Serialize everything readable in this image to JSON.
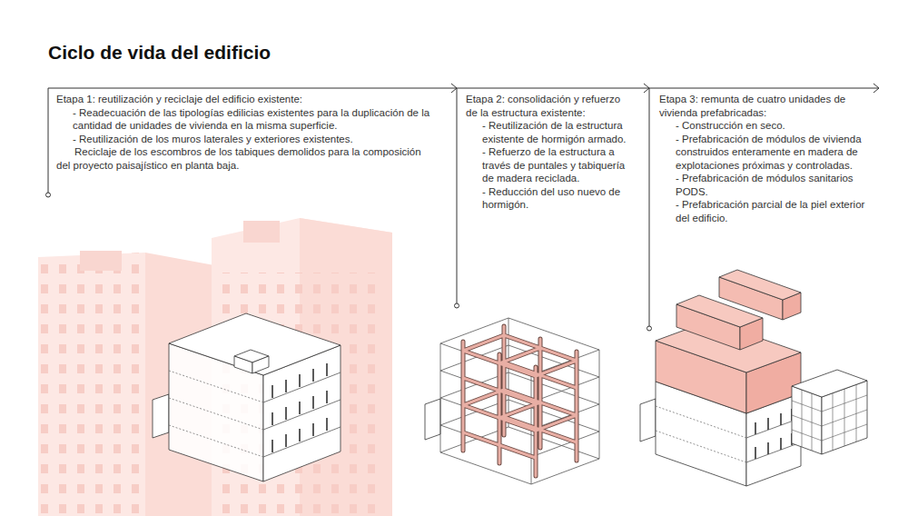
{
  "diagram": {
    "title": "Ciclo de vida del edificio",
    "labels": [
      "Etapa 1: reutilización y reciclaje del edificio existente:",
      "- Readecuación de las tipologías edilicias existentes para la duplicación de la cantidad de unidades de vivienda en la misma superficie.",
      "- Reutilización de los muros laterales y exteriores existentes.",
      "Reciclaje de los escombros de los tabiques demolidos para la composición del proyecto paisajístico en planta baja.",
      "Etapa 2: consolidación y refuerzo de la estructura existente:",
      "- Reutilización de la estructura existente de hormigón armado.",
      "- Refuerzo de la estructura a través de puntales y tabiquería de madera reciclada.",
      "- Reducción del uso nuevo de hormigón.",
      "Etapa 3: remunta de cuatro unidades de vivienda prefabricadas:",
      "- Construcción en seco.",
      "- Prefabricación de módulos de vivienda construidos enteramente en madera de explotaciones próximas y controladas.",
      "- Prefabricación de módulos sanitarios PODS.",
      "- Prefabricación parcial de la piel exterior del edificio."
    ]
  }
}
